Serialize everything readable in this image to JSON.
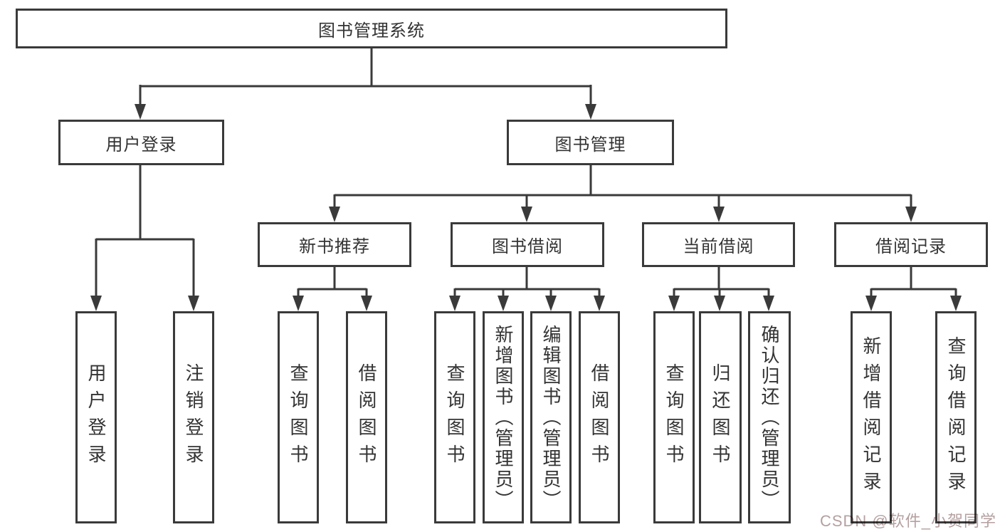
{
  "diagram_type": "hierarchical-function-tree",
  "colors": {
    "line": "#3a3a3a",
    "node_border": "#3a3a3a",
    "node_fill": "#ffffff",
    "text": "#333333",
    "watermark": "#b5a0a0",
    "background": "#ffffff"
  },
  "watermark": {
    "text": "CSDN @软件_小贺同学"
  },
  "tree": {
    "root": {
      "label": "图书管理系统",
      "children": [
        {
          "label": "用户登录",
          "children": [
            {
              "label": "用户登录"
            },
            {
              "label": "注销登录"
            }
          ]
        },
        {
          "label": "图书管理",
          "children": [
            {
              "label": "新书推荐",
              "children": [
                {
                  "label": "查询图书"
                },
                {
                  "label": "借阅图书"
                }
              ]
            },
            {
              "label": "图书借阅",
              "children": [
                {
                  "label": "查询图书"
                },
                {
                  "label": "新增图书（管理员）"
                },
                {
                  "label": "编辑图书（管理员）"
                },
                {
                  "label": "借阅图书"
                }
              ]
            },
            {
              "label": "当前借阅",
              "children": [
                {
                  "label": "查询图书"
                },
                {
                  "label": "归还图书"
                },
                {
                  "label": "确认归还（管理员）"
                }
              ]
            },
            {
              "label": "借阅记录",
              "children": [
                {
                  "label": "新增借阅记录"
                },
                {
                  "label": "查询借阅记录"
                }
              ]
            }
          ]
        }
      ]
    }
  }
}
